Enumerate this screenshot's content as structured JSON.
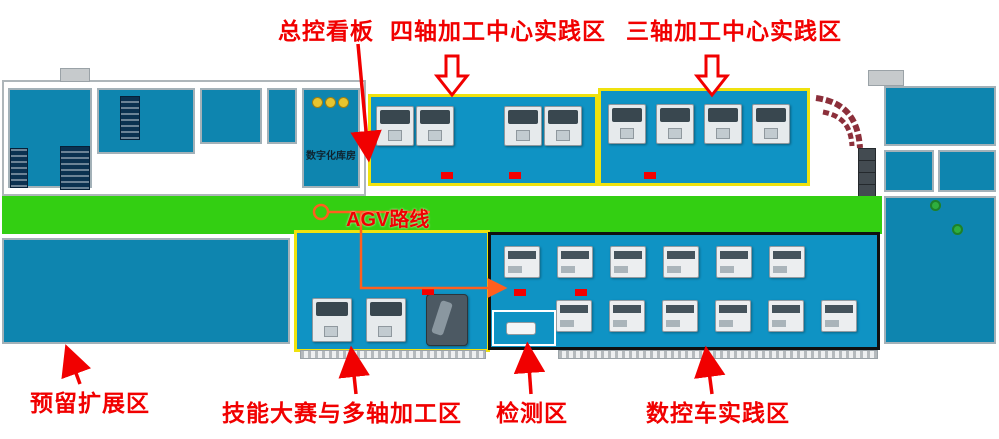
{
  "labels": {
    "master_control": "总控看板",
    "four_axis": "四轴加工中心实践区",
    "three_axis": "三轴加工中心实践区",
    "agv_route": "AGV路线",
    "reserved_expansion": "预留扩展区",
    "skills_multi_axis": "技能大赛与多轴加工区",
    "inspection": "检测区",
    "cnc_lathe": "数控车实践区",
    "digital_warehouse": "数字化库房"
  },
  "colors": {
    "annotation_red": "#f10000",
    "zone_floor_blue": "#0f93c4",
    "room_blue": "#0e85af",
    "corridor_green": "#33cf12",
    "zone_border_yellow": "#efe20e",
    "zone_border_black": "#101010",
    "agv_line_orange": "#ff5f1e",
    "floor_marker_red": "#f40000"
  }
}
